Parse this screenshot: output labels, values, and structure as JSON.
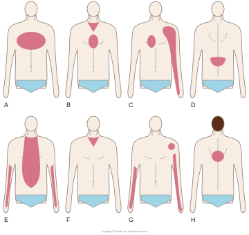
{
  "figure": {
    "copyright": "Copyright © Elsevier, Inc. All rights reserved.",
    "colors": {
      "skin": "#f7ede3",
      "outline": "#8a7f76",
      "pain": "#d36a7e",
      "underwear": "#9fd3e6",
      "hair": "#5a2d1a"
    },
    "panels": [
      {
        "id": "A",
        "label": "A",
        "view": "front",
        "regions": [
          "chest-center-wide"
        ]
      },
      {
        "id": "B",
        "label": "B",
        "view": "front",
        "regions": [
          "neck-v",
          "chest-center-oval"
        ]
      },
      {
        "id": "C",
        "label": "C",
        "view": "front",
        "regions": [
          "chest-center-small",
          "left-shoulder-arm"
        ]
      },
      {
        "id": "D",
        "label": "D",
        "view": "back",
        "regions": [
          "lower-back"
        ]
      },
      {
        "id": "E",
        "label": "E",
        "view": "front",
        "regions": [
          "neck-chest-band",
          "both-arms"
        ]
      },
      {
        "id": "F",
        "label": "F",
        "view": "front",
        "regions": [
          "neck-v"
        ]
      },
      {
        "id": "G",
        "label": "G",
        "view": "front",
        "regions": [
          "right-arm",
          "left-shoulder-small",
          "left-arm"
        ]
      },
      {
        "id": "H",
        "label": "H",
        "view": "back",
        "hair": true,
        "regions": [
          "upper-back-between-scapulae"
        ]
      }
    ]
  }
}
